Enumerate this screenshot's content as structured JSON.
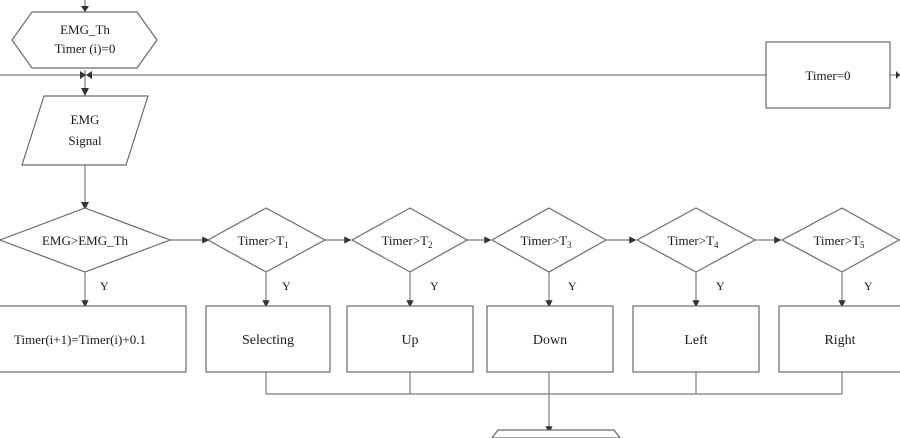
{
  "nodes": {
    "init": {
      "line1": "EMG_Th",
      "line2": "Timer (i)=0"
    },
    "timer_reset": {
      "label": "Timer=0"
    },
    "input": {
      "line1": "EMG",
      "line2": "Signal"
    },
    "threshold": {
      "label": "EMG>EMG_Th"
    },
    "t1": {
      "main": "Timer>T",
      "sub": "1"
    },
    "t2": {
      "main": "Timer>T",
      "sub": "2"
    },
    "t3": {
      "main": "Timer>T",
      "sub": "3"
    },
    "t4": {
      "main": "Timer>T",
      "sub": "4"
    },
    "t5": {
      "main": "Timer>T",
      "sub": "5"
    },
    "increment": {
      "label": "Timer(i+1)=Timer(i)+0.1"
    },
    "selecting": {
      "label": "Selecting"
    },
    "up": {
      "label": "Up"
    },
    "down": {
      "label": "Down"
    },
    "left": {
      "label": "Left"
    },
    "right": {
      "label": "Right"
    }
  },
  "branch_yes": "Y",
  "colors": {
    "stroke": "#6a6a6a",
    "line": "#7a7a7a",
    "text": "#1a1a1a",
    "background": "#ffffff"
  }
}
